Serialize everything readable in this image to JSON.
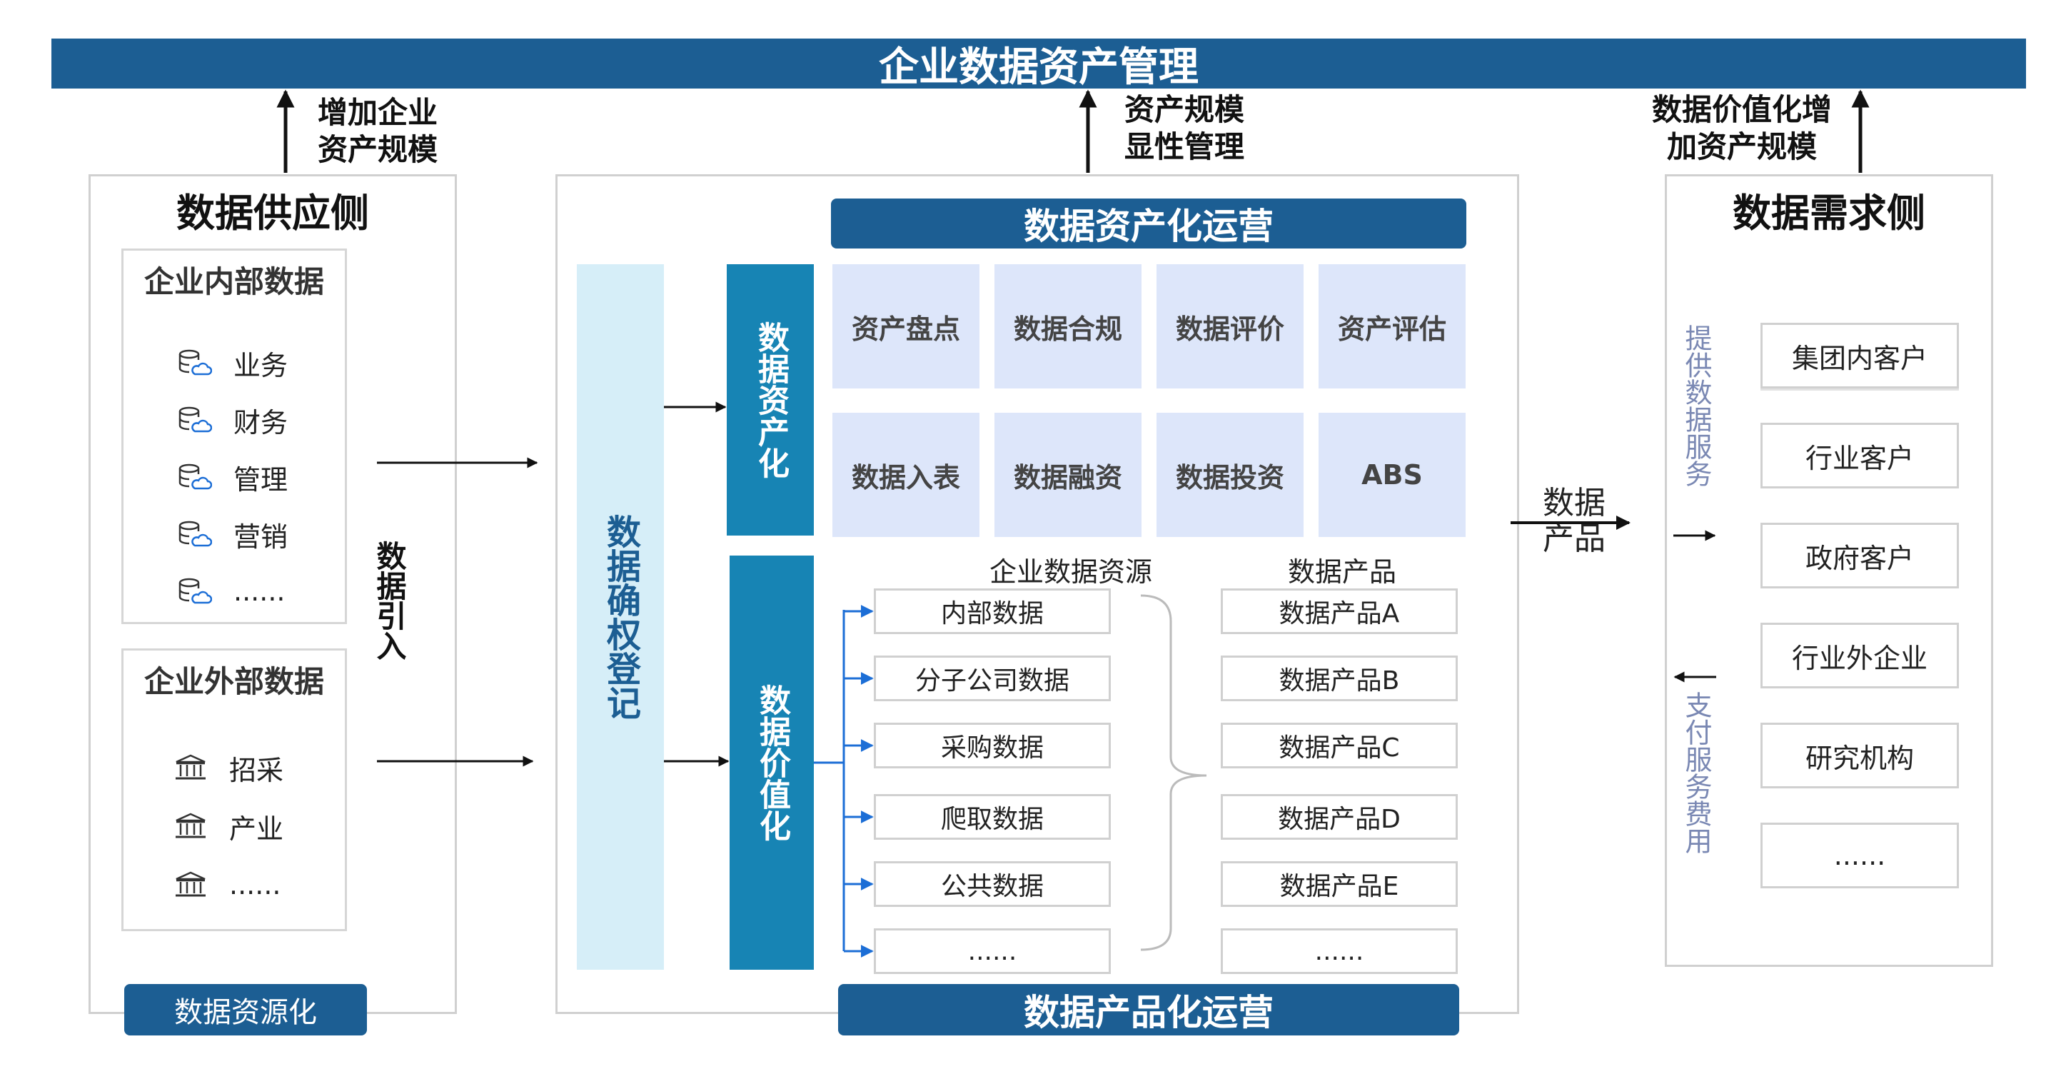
{
  "header": {
    "title": "企业数据资产管理"
  },
  "arrow_labels": {
    "left": "增加企业\n资产规模",
    "middle": "资产规模\n显性管理",
    "right": "数据价值化增\n加资产规模"
  },
  "supply": {
    "title": "数据供应侧",
    "internal": {
      "title": "企业内部数据",
      "items": [
        "业务",
        "财务",
        "管理",
        "营销",
        "......"
      ]
    },
    "external": {
      "title": "企业外部数据",
      "items": [
        "招采",
        "产业",
        "......"
      ]
    },
    "import_label": "数据引入",
    "footer_button": "数据资源化"
  },
  "center": {
    "asset_operation": "数据资产化运营",
    "product_operation": "数据产品化运营",
    "confirm_registration": "数据确权登记",
    "assetization": "数据资产化",
    "valorization": "数据价值化",
    "asset_tiles": [
      "资产盘点",
      "数据合规",
      "数据评价",
      "资产评估",
      "数据入表",
      "数据融资",
      "数据投资",
      "ABS"
    ],
    "resources_header": "企业数据资源",
    "resources": [
      "内部数据",
      "分子公司数据",
      "采购数据",
      "爬取数据",
      "公共数据",
      "......"
    ],
    "products_header": "数据产品",
    "products": [
      "数据产品A",
      "数据产品B",
      "数据产品C",
      "数据产品D",
      "数据产品E",
      "......"
    ]
  },
  "flow_label": "数据\n产品",
  "demand": {
    "title": "数据需求侧",
    "provide_service": "提供数据服务",
    "pay_service": "支付服务费用",
    "clients": [
      "集团内客户",
      "行业客户",
      "政府客户",
      "行业外企业",
      "研究机构",
      "......"
    ]
  },
  "colors": {
    "primary": "#1c5e93",
    "accent": "#1784b4",
    "light": "#d6eef8",
    "tile": "#dde6fa",
    "muted": "#7a88b3"
  },
  "icons": {
    "internal_item": "database-cloud-icon",
    "external_item": "bank-building-icon"
  }
}
